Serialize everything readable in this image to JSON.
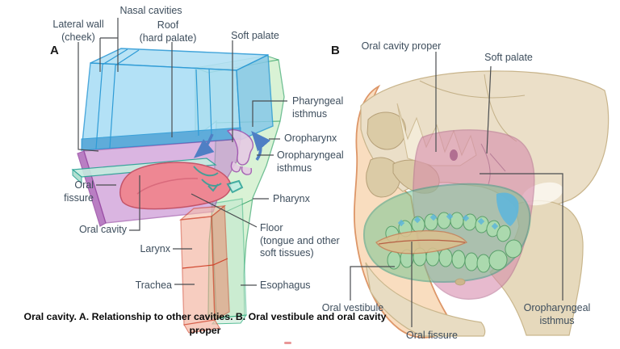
{
  "figure": {
    "caption": "Oral cavity. A. Relationship to other cavities. B. Oral vestibule and oral cavity\nproper",
    "panel_a": {
      "letter": "A",
      "labels": {
        "nasal_cavities": "Nasal cavities",
        "lateral_wall": "Lateral wall\n(cheek)",
        "roof": "Roof\n(hard palate)",
        "soft_palate": "Soft palate",
        "pharyngeal_isthmus": "Pharyngeal\nisthmus",
        "oropharynx": "Oropharynx",
        "oropharyngeal_isthmus": "Oropharyngeal\nisthmus",
        "pharynx": "Pharynx",
        "oral_fissure": "Oral\nfissure",
        "oral_cavity": "Oral cavity",
        "larynx": "Larynx",
        "floor": "Floor\n(tongue and other\nsoft tissues)",
        "trachea": "Trachea",
        "esophagus": "Esophagus"
      }
    },
    "panel_b": {
      "letter": "B",
      "labels": {
        "oral_cavity_proper": "Oral cavity proper",
        "soft_palate": "Soft palate",
        "oral_vestibule": "Oral vestibule",
        "oral_fissure": "Oral fissure",
        "oropharyngeal_isthmus": "Oropharyngeal\nisthmus"
      }
    },
    "colors": {
      "nasal_cavity_blue": "#a6dcf5",
      "pharynx_green": "#cdeec8",
      "oral_cavity_purple": "#c488cf",
      "larynx_trachea_red": "#f2a58e",
      "tongue_pink": "#ee8793",
      "esophagus_green": "#bfe8cf",
      "oral_fissure_teal": "#c5ecdf",
      "skin_peach": "#f9ddbf",
      "bone_tan": "#ebdfc8",
      "oral_cavity_proper_pink": "#d68aab",
      "oral_vestibule_green": "#7bc694",
      "label_text": "#3d4d5c",
      "caption_text": "#0b0b0b",
      "leader_line": "#4a4d50",
      "arrow_blue": "#4f7fc4"
    }
  }
}
